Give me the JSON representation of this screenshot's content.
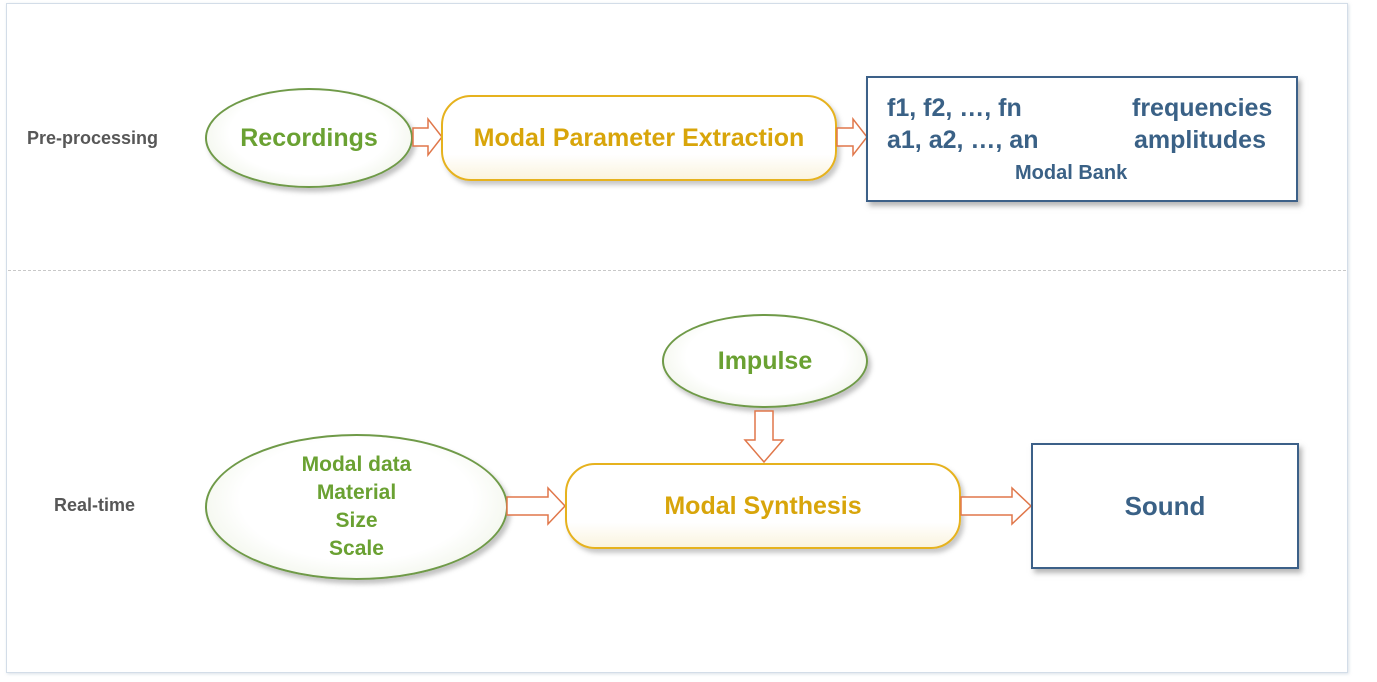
{
  "rows": {
    "preprocessing_label": "Pre-processing",
    "realtime_label": "Real-time"
  },
  "preprocessing": {
    "recordings": "Recordings",
    "extraction": "Modal Parameter Extraction",
    "modal_bank": {
      "frequencies_values": "f1, f2, …, fn",
      "frequencies_label": "frequencies",
      "amplitudes_values": "a1, a2, …, an",
      "amplitudes_label": "amplitudes",
      "caption": "Modal Bank"
    }
  },
  "realtime": {
    "impulse": "Impulse",
    "inputs": [
      "Modal data",
      "Material",
      "Size",
      "Scale"
    ],
    "synthesis": "Modal Synthesis",
    "output": "Sound"
  },
  "colors": {
    "green_text": "#6aa132",
    "gold_text": "#d8a50a",
    "blue_text": "#3a6186",
    "arrow_stroke": "#e0774a"
  }
}
